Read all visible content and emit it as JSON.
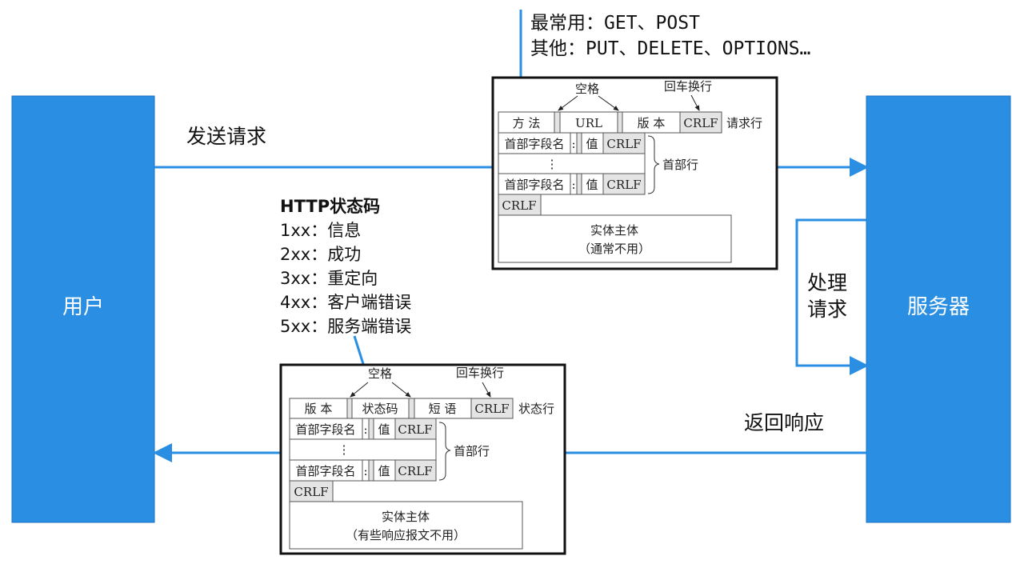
{
  "colors": {
    "accent": "#2a8fe3",
    "box": "#2a8fe3"
  },
  "user_label": "用户",
  "server_label": "服务器",
  "send_request": "发送请求",
  "return_response": "返回响应",
  "process": [
    "处理",
    "请求"
  ],
  "methods": {
    "common": "最常用：GET、POST",
    "other": "其他：PUT、DELETE、OPTIONS…"
  },
  "status_codes": {
    "title": "HTTP状态码",
    "lines": [
      "1xx：信息",
      "2xx：成功",
      "3xx：重定向",
      "4xx：客户端错误",
      "5xx：服务端错误"
    ]
  },
  "request": {
    "space": "空格",
    "crlf_label": "回车换行",
    "method": "方 法",
    "url": "URL",
    "version": "版 本",
    "crlf": "CRLF",
    "line_label": "请求行",
    "header_name": "首部字段名",
    "colon": ":",
    "value": "值",
    "dots": "⋮",
    "header_label": "首部行",
    "body": "实体主体",
    "body_note": "（通常不用）"
  },
  "response": {
    "space": "空格",
    "crlf_label": "回车换行",
    "version": "版 本",
    "status": "状态码",
    "phrase": "短 语",
    "crlf": "CRLF",
    "line_label": "状态行",
    "header_name": "首部字段名",
    "colon": ":",
    "value": "值",
    "dots": "⋮",
    "header_label": "首部行",
    "body": "实体主体",
    "body_note": "（有些响应报文不用）"
  }
}
